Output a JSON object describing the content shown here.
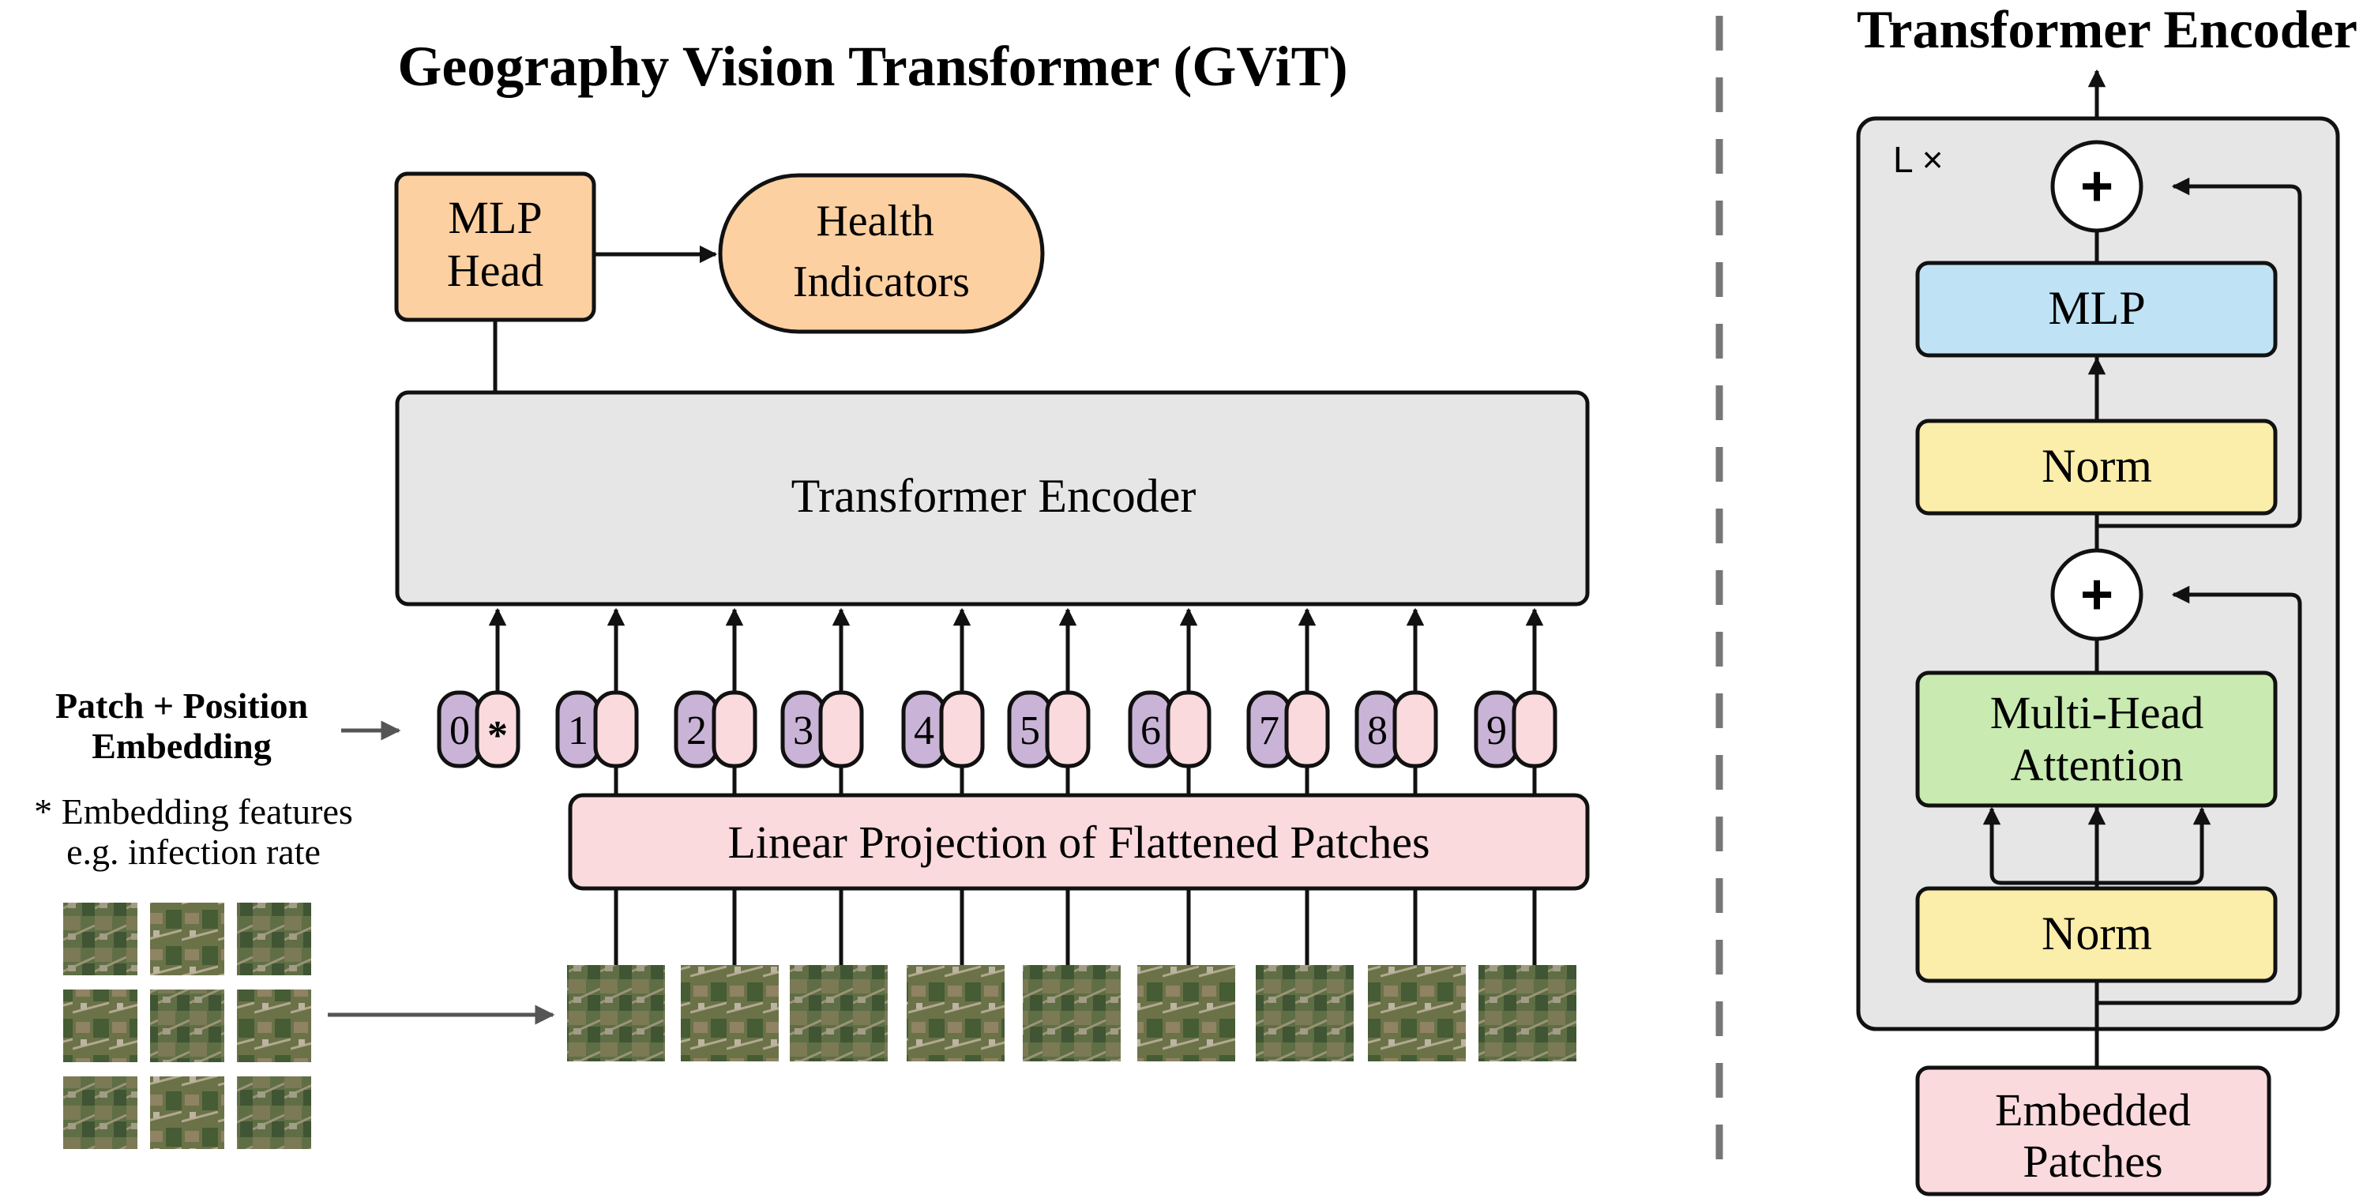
{
  "left_panel": {
    "title": "Geography Vision Transformer (GViT)",
    "mlp_head_line1": "MLP",
    "mlp_head_line2": "Head",
    "health_line1": "Health",
    "health_line2": "Indicators",
    "encoder_label": "Transformer Encoder",
    "projection_label": "Linear Projection of Flattened Patches",
    "embedding_label_line1": "Patch + Position",
    "embedding_label_line2": "Embedding",
    "footnote_line1": "* Embedding features",
    "footnote_line2": "e.g.  infection rate",
    "tokens": [
      "0",
      "1",
      "2",
      "3",
      "4",
      "5",
      "6",
      "7",
      "8",
      "9"
    ],
    "extra_token_mark": "*"
  },
  "right_panel": {
    "title": "Transformer Encoder",
    "repeat_label": "L ×",
    "add_symbol": "+",
    "mlp_label": "MLP",
    "norm_label": "Norm",
    "attention_line1": "Multi-Head",
    "attention_line2": "Attention",
    "embedded_line1": "Embedded",
    "embedded_line2": "Patches"
  },
  "colors": {
    "orange": "#fdd0a2",
    "gray_box": "#e6e6e6",
    "pink": "#fadadd",
    "purple": "#c9b3d6",
    "blue": "#bfe3f5",
    "yellow": "#fbedaa",
    "green": "#c9eab0",
    "panel": "#e6e6e6"
  }
}
